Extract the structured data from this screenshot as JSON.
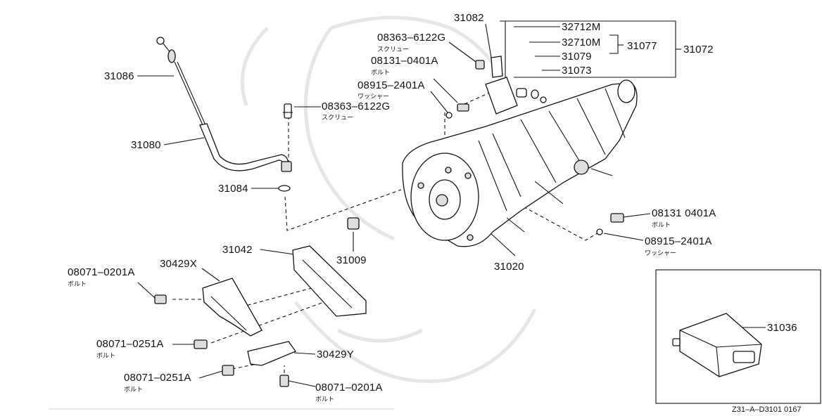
{
  "labels": {
    "p31082": "31082",
    "p32712M": "32712M",
    "p32710M": "32710M",
    "p31077": "31077",
    "p31072": "31072",
    "p31079": "31079",
    "p31073": "31073",
    "p08363_top": "08363–6122G",
    "sub_screw_top": "スクリュー",
    "p08131_top": "08131–0401A",
    "sub_bolt_top": "ボルト",
    "p08915_top": "08915–2401A",
    "sub_washer_top": "ワッシャー",
    "p08363_mid": "08363–6122G",
    "sub_screw_mid": "スクリュー",
    "p31086": "31086",
    "p31080": "31080",
    "p31084": "31084",
    "p31009": "31009",
    "p31020": "31020",
    "p31042": "31042",
    "p30429X": "30429X",
    "p08071_0201_a": "08071–0201A",
    "sub_bolt_a": "ボルト",
    "p08071_0251_a": "08071–0251A",
    "sub_bolt_b": "ボルト",
    "p08071_0251_b": "08071–0251A",
    "sub_bolt_c": "ボルト",
    "p30429Y": "30429Y",
    "p08071_0201_b": "08071–0201A",
    "sub_bolt_d": "ボルト",
    "p08131_right": "08131 0401A",
    "sub_bolt_right": "ボルト",
    "p08915_right": "08915–2401A",
    "sub_washer_right": "ワッシャー",
    "p31036": "31036"
  },
  "footer": {
    "code": "Z31–A–D3101 0167"
  }
}
